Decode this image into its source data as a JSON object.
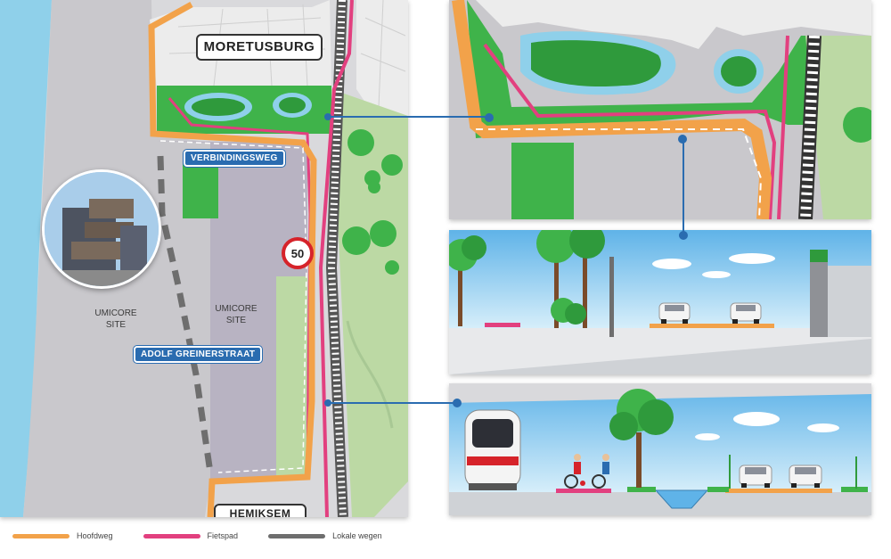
{
  "map": {
    "place_top": "MORETUSBURG",
    "place_bottom": "HEMIKSEM",
    "road_connector": "VERBINDINGSWEG",
    "road_main": "ADOLF GREINERSTRAAT",
    "site_left": "UMICORE\nSITE",
    "site_right": "UMICORE\nSITE",
    "speed_limit": "50"
  },
  "legend": [
    {
      "label": "Hoofdweg",
      "color": "#f2a24a"
    },
    {
      "label": "Fietspad",
      "color": "#e2407f"
    },
    {
      "label": "Lokale wegen",
      "color": "#6e6e6e"
    }
  ],
  "colors": {
    "water": "#8fd0ea",
    "green": "#3fb34a",
    "park": "#bcd9a4",
    "site": "#b8b3c2",
    "main_road": "#f2a24a",
    "bike_path": "#e2407f",
    "connector": "#2a6cb0"
  }
}
